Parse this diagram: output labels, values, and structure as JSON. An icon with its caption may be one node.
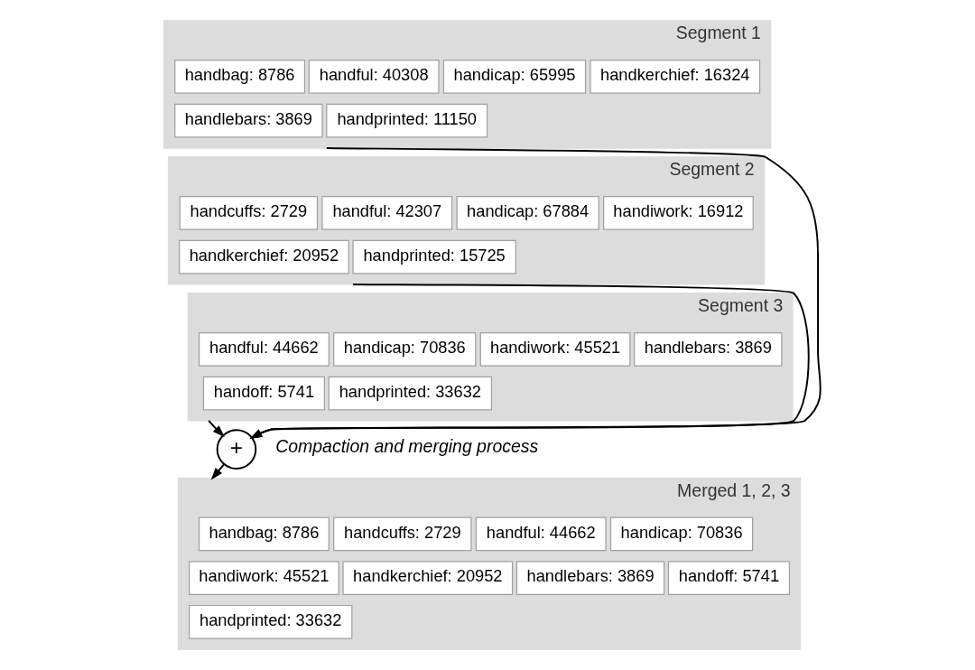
{
  "diagram": {
    "nodes": [
      {
        "text": [
          "Segment 1"
        ]
      },
      {
        "text": [
          "handbag: 8786"
        ],
        "in": 0
      },
      {
        "text": [
          "handful: 40308"
        ],
        "in": 0
      },
      {
        "text": [
          "handicap: 65995"
        ],
        "in": 0
      },
      {
        "text": [
          "handkerchief: 16324"
        ],
        "in": 0
      },
      {
        "text": [
          "handlebars: 3869"
        ],
        "in": 0
      },
      {
        "text": [
          "handprinted: 11150"
        ],
        "in": 0
      },
      {
        "text": [
          "Segment 2"
        ]
      },
      {
        "text": [
          "handcuffs: 2729"
        ],
        "in": 7
      },
      {
        "text": [
          "handful: 42307"
        ],
        "in": 7
      },
      {
        "text": [
          "handicap: 67884"
        ],
        "in": 7
      },
      {
        "text": [
          "handiwork: 16912"
        ],
        "in": 7
      },
      {
        "text": [
          "handkerchief: 20952"
        ],
        "in": 7
      },
      {
        "text": [
          "handprinted: 15725"
        ],
        "in": 7
      },
      {
        "text": [
          "Segment 3"
        ]
      },
      {
        "text": [
          "handful: 44662"
        ],
        "in": 14
      },
      {
        "text": [
          "handicap: 70836"
        ],
        "in": 14
      },
      {
        "text": [
          "handiwork: 45521"
        ],
        "in": 14
      },
      {
        "text": [
          "handlebars: 3869"
        ],
        "in": 14
      },
      {
        "text": [
          "handoff: 5741"
        ],
        "in": 14
      },
      {
        "text": [
          "handprinted: 33632"
        ],
        "in": 14
      },
      {
        "text": [
          "+"
        ],
        "beside": [
          "Compaction and merging process"
        ]
      },
      {
        "text": [
          "Merged 1, 2, 3"
        ]
      },
      {
        "text": [
          "handbag: 8786"
        ],
        "in": 22
      },
      {
        "text": [
          "handcuffs: 2729"
        ],
        "in": 22
      },
      {
        "text": [
          "handful: 44662"
        ],
        "in": 22
      },
      {
        "text": [
          "handicap: 70836"
        ],
        "in": 22
      },
      {
        "text": [
          "handiwork: 45521"
        ],
        "in": 22
      },
      {
        "text": [
          "handkerchief: 20952"
        ],
        "in": 22
      },
      {
        "text": [
          "handlebars: 3869"
        ],
        "in": 22
      },
      {
        "text": [
          "handoff: 5741"
        ],
        "in": 22
      },
      {
        "text": [
          "handprinted: 33632"
        ],
        "in": 22
      }
    ],
    "edges": [
      {
        "from": 0,
        "to": 21,
        "arrow": "to"
      },
      {
        "from": 7,
        "to": 21,
        "arrow": "to"
      },
      {
        "from": 14,
        "to": 21,
        "arrow": "to"
      },
      {
        "from": 21,
        "to": 22,
        "arrow": "to"
      }
    ]
  }
}
